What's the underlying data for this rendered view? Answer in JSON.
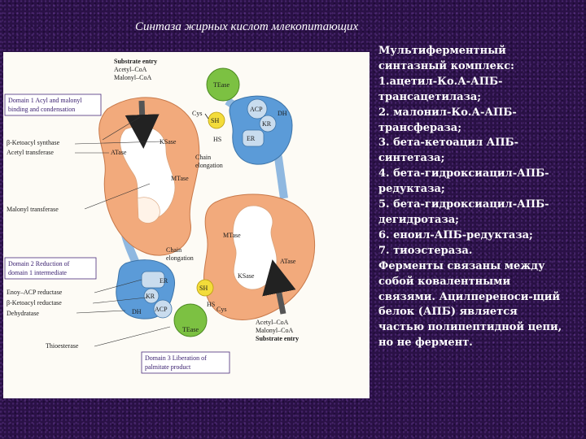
{
  "slide": {
    "title": "Синтаза жирных кислот млекопитающих"
  },
  "figure": {
    "top_entry": [
      "Substrate entry",
      "Acetyl–CoA",
      "Malonyl–CoA"
    ],
    "bottom_entry": [
      "Acetyl–CoA",
      "Malonyl–CoA",
      "Substrate entry"
    ],
    "domain1": [
      "Domain 1  Acyl and malonyl",
      "binding and condensation"
    ],
    "domain2": [
      "Domain 2  Reduction of",
      "domain 1 intermediate"
    ],
    "domain3": [
      "Domain 3  Liberation of",
      "palmitate product"
    ],
    "left_labels": {
      "ketoacyl_synthase": "β-Ketoacyl synthase",
      "acetyl_transferase": "Acetyl transferase",
      "malonyl_transferase": "Malonyl transferase",
      "enoyl_reductase": "Enoy–ACP reductase",
      "ketoacyl_reductase": "β-Ketoacyl reductase",
      "dehydratase": "Dehydratase",
      "thioesterase": "Thioesterase"
    },
    "upper_unit": {
      "tease": "TEase",
      "acp": "ACP",
      "dh": "DH",
      "kr": "KR",
      "er": "ER",
      "cys": "Cys",
      "sh": "SH",
      "hs": "HS",
      "atase": "ATase",
      "ksase": "KSase",
      "mtase": "MTase"
    },
    "lower_unit": {
      "mtase": "MTase",
      "atase": "ATase",
      "ksase": "KSase",
      "er": "ER",
      "kr": "KR",
      "dh": "DH",
      "acp": "ACP",
      "sh": "SH",
      "hs": "HS",
      "cys": "Cys",
      "tease": "TEase"
    },
    "chain_elongation_top": [
      "Chain",
      "elongation"
    ],
    "chain_elongation_bottom": [
      "Chain",
      "elongation"
    ]
  },
  "description": {
    "lines": [
      "Мультиферментный",
      "синтазный комплекс:",
      "1.ацетил-Ко.А-АПБ-",
      "трансацетилаза;",
      "2. малонил-Ко.А-АПБ-",
      "трансфераза;",
      "3. бета-кетоацил АПБ-",
      "синтетаза;",
      "4. бета-гидроксиацил-АПБ-",
      "редуктаза;",
      "5. бета-гидроксиацил-АПБ-",
      "дегидротаза;",
      "6. еноил-АПБ-редуктаза;",
      "7. тиоэстераза.",
      "Ферменты связаны между",
      "собой ковалентными",
      "связями. Ацилпереноси-щий",
      "белок (АПБ) является",
      "частью полипептидной цепи,",
      "но не фермент."
    ]
  },
  "colors": {
    "background": "#2a1146",
    "peach": "#f2aa7c",
    "blue": "#5b9bd8",
    "light_blue": "#c9dcee",
    "green": "#7cc142",
    "yellow": "#f3dc3a",
    "text": "#ffffff"
  }
}
